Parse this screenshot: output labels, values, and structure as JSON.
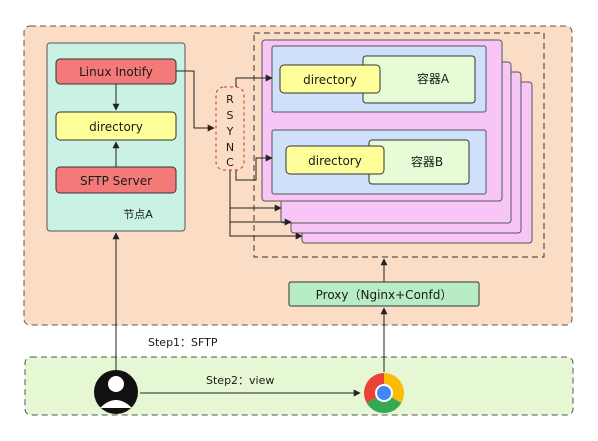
{
  "node_a": {
    "inotify": "Linux Inotify",
    "directory": "directory",
    "sftp_server": "SFTP Server",
    "label": "节点A"
  },
  "rsync": [
    "R",
    "S",
    "Y",
    "N",
    "C"
  ],
  "container_a": {
    "label": "容器A",
    "directory": "directory"
  },
  "container_b": {
    "label": "容器B",
    "directory": "directory"
  },
  "proxy": "Proxy（Nginx+Confd）",
  "steps": {
    "step1": "Step1：SFTP",
    "step2": "Step2：view"
  },
  "colors": {
    "outer_bg": "#fbdcc4",
    "bottom_bg": "#e6f7d4",
    "node_bg": "#c9f2e4",
    "red_box": "#f47a7a",
    "yellow_box": "#ffff99",
    "container_bg": "#cfe0fb",
    "pink_card": "#f8c6f6",
    "proxy_bg": "#b8ecc4",
    "label_box": "#e7fbd6"
  },
  "icons": [
    "user-icon",
    "chrome-icon"
  ]
}
